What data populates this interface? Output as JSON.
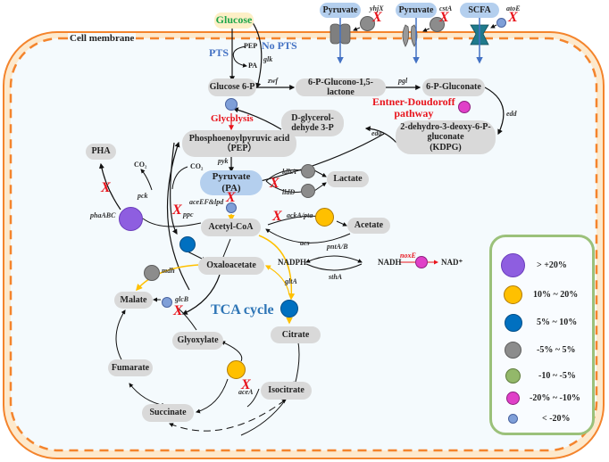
{
  "diagram": {
    "membrane_label": "Cell membrane",
    "external": {
      "glucose": "Glucose",
      "pyruvate_1": "Pyruvate",
      "pyruvate_2": "Pyruvate",
      "scfa": "SCFA"
    },
    "transporter_genes": {
      "yhjX": "yhjX",
      "cstA": "cstA",
      "atoE": "atoE"
    },
    "uptake": {
      "pts": "PTS",
      "no_pts": "No PTS",
      "pep": "PEP",
      "pa": "PA",
      "glk": "glk"
    },
    "nodes": {
      "glucose6p": "Glucose 6-P",
      "glucono_lactone": "6-P-Glucono-1,5-lactone",
      "gluconate": "6-P-Gluconate",
      "kdpg": "2-dehydro-3-deoxy-6-P-gluconate (KDPG)",
      "kdpg_line1": "2-dehydro-3-deoxy-6-P-",
      "kdpg_line2": "gluconate",
      "kdpg_line3": "(KDPG)",
      "gap_line1": "D-glycerol-",
      "gap_line2": "dehyde 3-P",
      "pep_line1": "Phosphoenoylpyruvic acid",
      "pep_line2": "（PEP）",
      "pyruvate_line1": "Pyruvate",
      "pyruvate_line2": "(PA)",
      "lactate": "Lactate",
      "acetate": "Acetate",
      "acetyl_coa": "Acetyl-CoA",
      "pha": "PHA",
      "oxaloacetate": "Oxaloacetate",
      "malate": "Malate",
      "glyoxylate": "Glyoxylate",
      "citrate": "Citrate",
      "fumarate": "Fumarate",
      "isocitrate": "Isocitrate",
      "succinate": "Succinate",
      "nadph": "NADPH",
      "nadh": "NADH",
      "nad": "NAD⁺",
      "co2_1": "CO₂",
      "co2_2": "CO₂"
    },
    "genes": {
      "zwf": "zwf",
      "pgl": "pgl",
      "edd": "edd",
      "eda": "eda",
      "pyk": "pyk",
      "ldhA": "ldhA",
      "lldD": "lldD",
      "aceEF_lpd": "aceEF&lpd",
      "ackA_pta": "ackA/pta",
      "acs": "acs",
      "pck": "pck",
      "ppc": "ppc",
      "phaABC": "phaABC",
      "pntAB": "pntA/B",
      "sthA": "sthA",
      "noxE": "noxE",
      "gltA": "gltA",
      "mdh": "mdh",
      "glcB": "glcB",
      "aceA": "aceA"
    },
    "pathway_titles": {
      "glycolysis": "Glycolysis",
      "ed_line1": "Entner-Doudoroff",
      "ed_line2": "pathway",
      "tca": "TCA cycle"
    },
    "knockout_mark": "X"
  },
  "legend": {
    "items": [
      {
        "color": "purple",
        "label": "> +20%"
      },
      {
        "color": "orange",
        "label": "10% ~ 20%"
      },
      {
        "color": "blue",
        "label": "5% ~ 10%"
      },
      {
        "color": "gray",
        "label": "-5% ~ 5%"
      },
      {
        "color": "green",
        "label": "-10 ~ -5%"
      },
      {
        "color": "pink",
        "label": "-20% ~ -10%"
      },
      {
        "color": "lightblue",
        "label": "< -20%"
      }
    ]
  },
  "colors": {
    "membrane": "#f4842c",
    "membrane_fill": "#fde9cc",
    "cytoplasm": "#f4fafd",
    "knockout": "#e8141c",
    "tca_flux": "#ffc000",
    "transport_arrow": "#4472c4",
    "legend_border": "#9bc17a"
  }
}
